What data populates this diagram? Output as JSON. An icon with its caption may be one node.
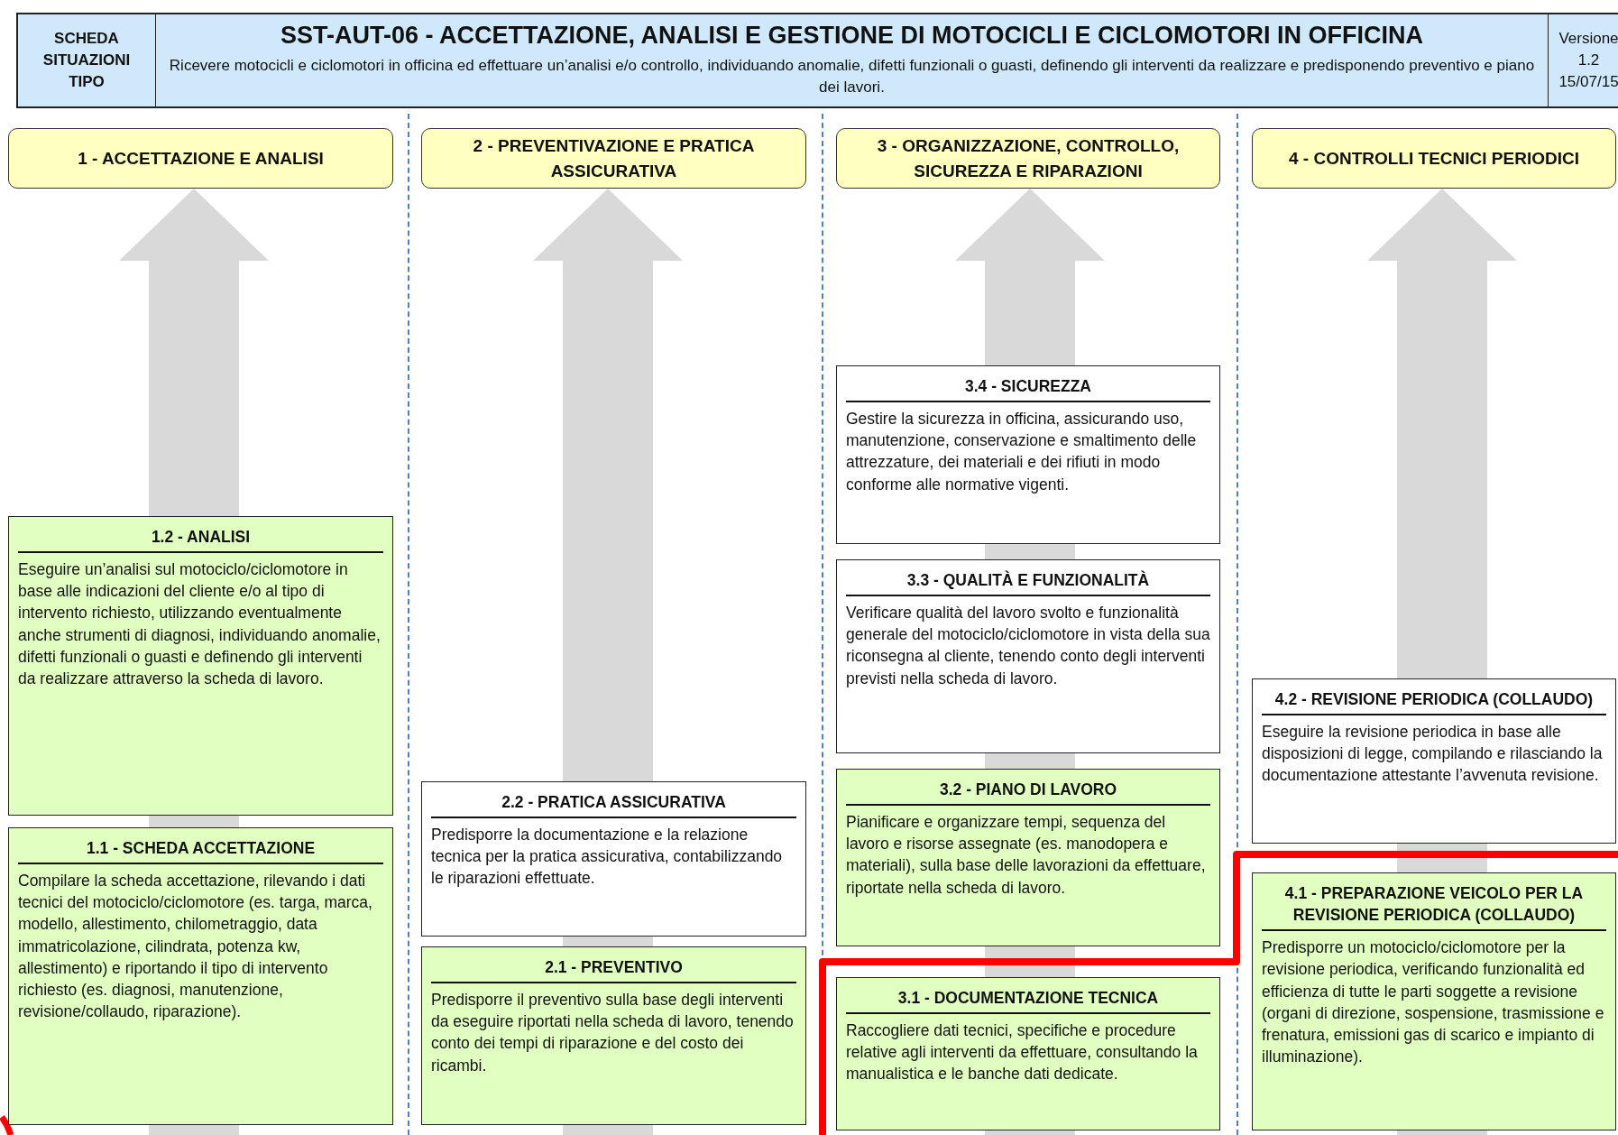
{
  "diagram": {
    "title": "SST-AUT-06 - ACCETTAZIONE, ANALISI E GESTIONE DI MOTOCICLI E CICLOMOTORI IN OFFICINA",
    "nodes": [
      {
        "text": [
          "1 - ACCETTAZIONE E ANALISI"
        ]
      },
      {
        "text": [
          "2 - PREVENTIVAZIONE E PRATICA ASSICURATIVA"
        ]
      },
      {
        "text": [
          "3 - ORGANIZZAZIONE, CONTROLLO, SICUREZZA E RIPARAZIONI"
        ]
      },
      {
        "text": [
          "4 - CONTROLLI TECNICI PERIODICI"
        ]
      },
      {
        "text": [
          "1.2 - ANALISI",
          "Eseguire un’analisi sul motociclo/ciclomotore in base alle indicazioni del cliente e/o al tipo di intervento richiesto, utilizzando eventualmente anche strumenti di diagnosi, individuando anomalie, difetti funzionali o guasti e definendo gli interventi da realizzare attraverso la scheda di lavoro."
        ]
      },
      {
        "text": [
          "1.1 - SCHEDA ACCETTAZIONE",
          "Compilare la scheda accettazione, rilevando i dati tecnici del motociclo/ciclomotore (es. targa, marca, modello, allestimento, chilometraggio, data immatricolazione, cilindrata, potenza kw, allestimento) e riportando il tipo di intervento richiesto (es. diagnosi, manutenzione, revisione/collaudo, riparazione)."
        ]
      },
      {
        "text": [
          "2.2 - PRATICA ASSICURATIVA",
          "Predisporre la documentazione e la relazione tecnica per la pratica assicurativa, contabilizzando le riparazioni effettuate."
        ]
      },
      {
        "text": [
          "2.1 - PREVENTIVO",
          "Predisporre il preventivo sulla base degli interventi da eseguire riportati nella scheda di lavoro, tenendo conto dei tempi di riparazione e del costo dei ricambi."
        ]
      },
      {
        "text": [
          "3.4 - SICUREZZA",
          "Gestire la sicurezza in officina, assicurando uso, manutenzione, conservazione e smaltimento delle attrezzature, dei materiali e dei rifiuti in modo conforme alle normative vigenti."
        ]
      },
      {
        "text": [
          "3.3 - QUALITÀ E FUNZIONALITÀ",
          "Verificare qualità del lavoro svolto e funzionalità generale del motociclo/ciclomotore in vista della sua riconsegna al cliente, tenendo conto degli interventi previsti nella scheda di lavoro."
        ]
      },
      {
        "text": [
          "3.2 - PIANO DI LAVORO",
          "Pianificare e organizzare tempi, sequenza del lavoro e risorse assegnate (es. manodopera e materiali), sulla base delle lavorazioni da effettuare, riportate nella scheda di lavoro."
        ]
      },
      {
        "text": [
          "3.1 - DOCUMENTAZIONE TECNICA",
          "Raccogliere dati tecnici, specifiche e procedure relative agli interventi da effettuare, consultando la manualistica e le banche dati dedicate."
        ]
      },
      {
        "text": [
          "4.2 - REVISIONE PERIODICA (COLLAUDO)",
          "Eseguire la revisione periodica in base alle disposizioni di legge, compilando e rilasciando la documentazione attestante l’avvenuta revisione."
        ]
      },
      {
        "text": [
          "4.1 - PREPARAZIONE VEICOLO PER LA REVISIONE PERIODICA (COLLAUDO)",
          "Predisporre un motociclo/ciclomotore per la revisione periodica, verificando funzionalità ed efficienza di tutte le parti soggette a revisione (organi di direzione, sospensione, trasmissione e frenatura, emissioni gas di scarico e impianto di illuminazione)."
        ]
      }
    ],
    "labels": [
      "SCHEDA SITUAZIONI TIPO",
      "Ricevere motocicli e ciclomotori in officina ed effettuare un’analisi e/o controllo, individuando anomalie, difetti funzionali o guasti, definendo gli interventi da realizzare e predisponendo preventivo e piano dei lavori.",
      "Versione 1.2 15/07/15"
    ]
  }
}
